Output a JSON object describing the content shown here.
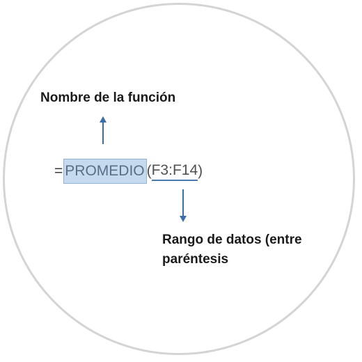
{
  "labels": {
    "function_name": "Nombre de la función",
    "data_range_line1": "Rango de datos (entre",
    "data_range_line2": "paréntesis"
  },
  "formula": {
    "equals": "=",
    "function": "PROMEDIO",
    "open_paren": "(",
    "range": "F3:F14",
    "close_paren": ")"
  },
  "colors": {
    "highlight_fill": "#c5d9ef",
    "arrow": "#3b6ea8",
    "range_underline": "#4a78b0",
    "frame": "#d4d4d4"
  },
  "icons": {
    "up": "arrow-up-icon",
    "down": "arrow-down-icon"
  }
}
